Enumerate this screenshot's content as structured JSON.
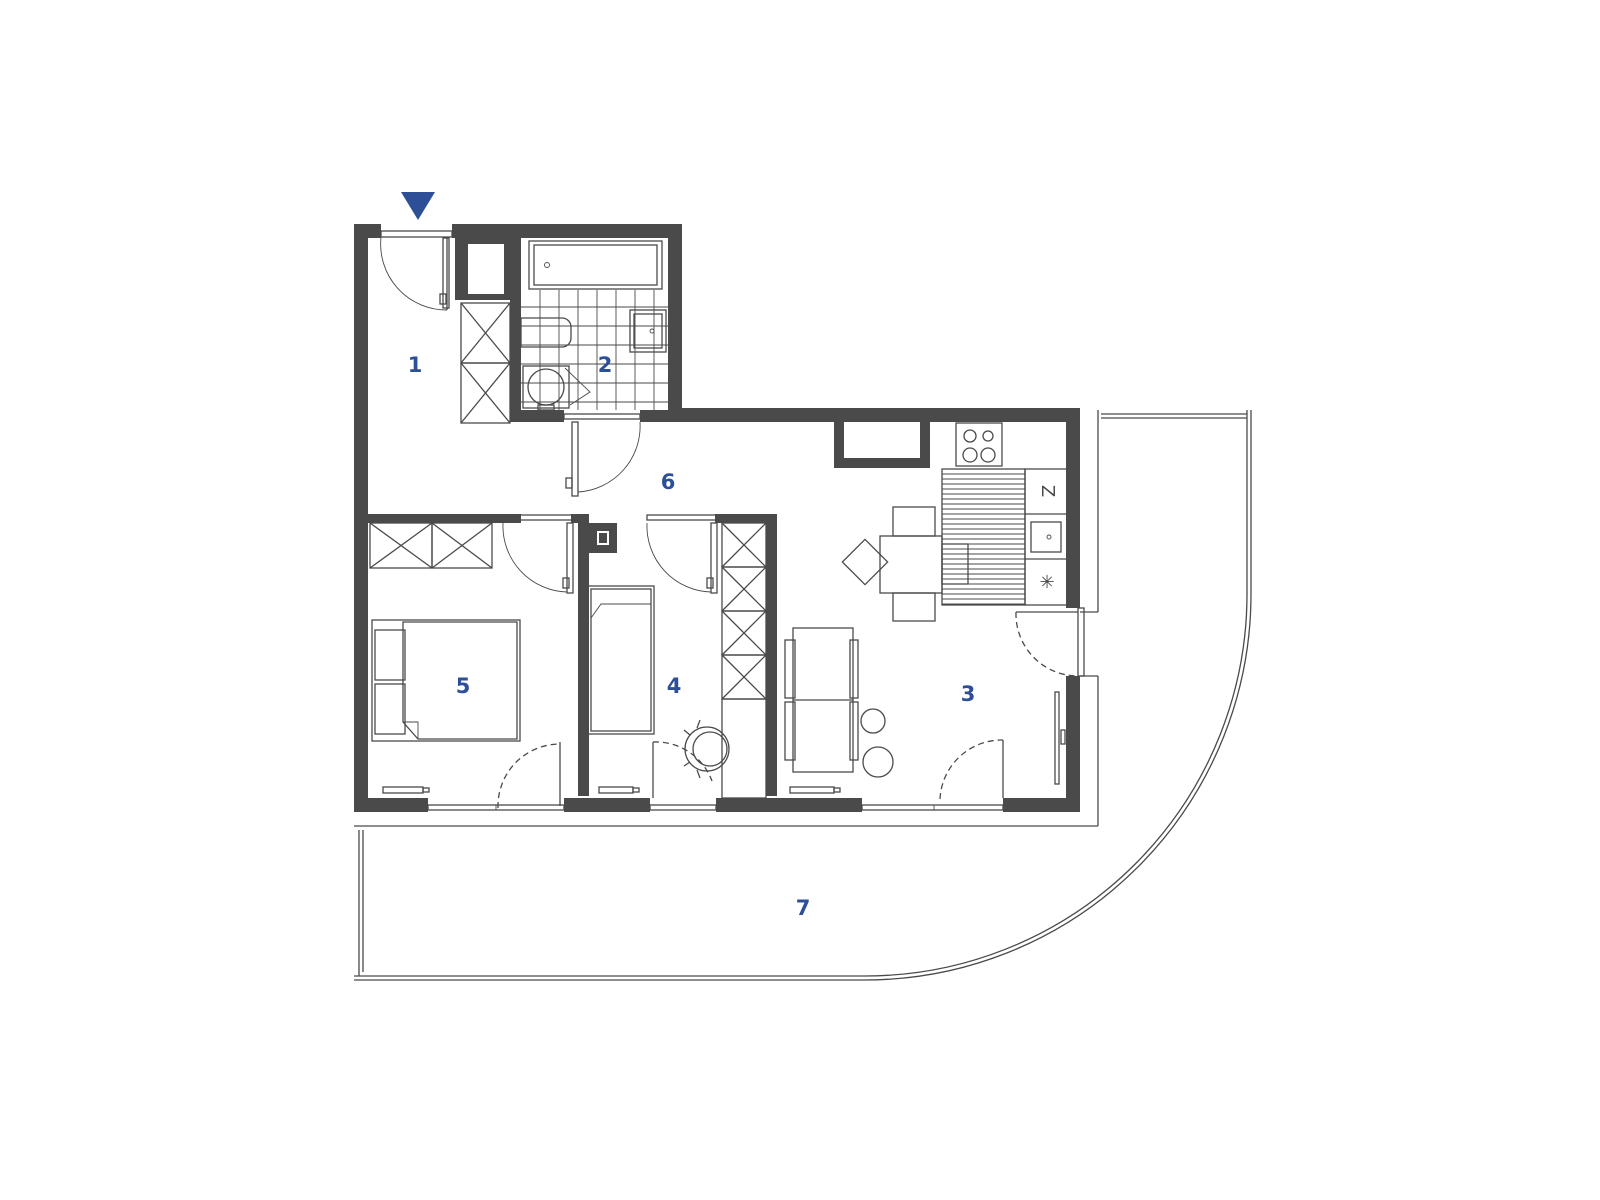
{
  "colors": {
    "wall": "#4a4a4a",
    "label": "#2d4f98",
    "entrance_marker": "#2d4f98",
    "background": "#ffffff"
  },
  "icons": {
    "entrance": "entrance-arrow-icon",
    "stove": "stove-icon",
    "sink": "sink-icon",
    "fridge": "fridge-icon",
    "freezer": "freezer-icon"
  },
  "rooms": [
    {
      "id": "1",
      "label": "1"
    },
    {
      "id": "2",
      "label": "2"
    },
    {
      "id": "3",
      "label": "3"
    },
    {
      "id": "4",
      "label": "4"
    },
    {
      "id": "5",
      "label": "5"
    },
    {
      "id": "6",
      "label": "6"
    },
    {
      "id": "7",
      "label": "7"
    }
  ],
  "appliance_glyphs": {
    "fridge": "Z",
    "freezer": "✳"
  }
}
